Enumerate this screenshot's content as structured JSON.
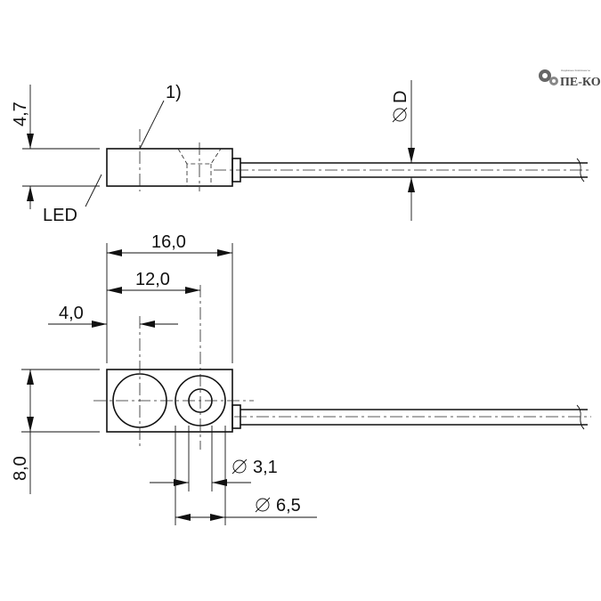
{
  "logo": {
    "text": "ПЕ-КО",
    "tagline": "Надёжные Компоненты"
  },
  "dimensions": {
    "height": "4,7",
    "note": "1)",
    "led": "LED",
    "cable_dia": "D",
    "length_total": "16,0",
    "length_12": "12,0",
    "length_4": "4,0",
    "width": "8,0",
    "hole_small": "3,1",
    "hole_large": "6,5"
  },
  "colors": {
    "line": "#111111",
    "background": "#ffffff"
  }
}
